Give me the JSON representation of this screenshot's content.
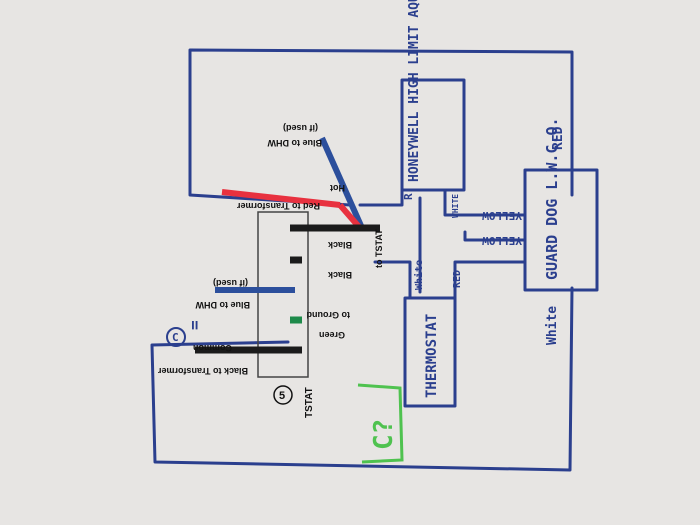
{
  "labels": {
    "honeywell": "HONEYWELL HIGH LIMIT AQUASTAT",
    "guard_dog": "GUARD DOG L.W.C.O.",
    "thermostat": "THERMOSTAT",
    "red_top_right": "RED",
    "white_bottom_right": "White",
    "yellow_1": "YELLOW",
    "yellow_2": "YELLOW",
    "white_small": "WHITE",
    "r_mark": "R",
    "white_tstat": "White",
    "red_tstat": "RED",
    "green_note": "C?",
    "equals_mark": "=",
    "c_circle": "C"
  },
  "printed": {
    "blue_dhw_top": "Blue to DHW",
    "if_used_top": "(if used)",
    "hot": "Hot",
    "red_to_transformer": "Red to Transformer",
    "black_1": "Black",
    "black_2": "Black",
    "to_tstat": "to TSTAT",
    "blue_dhw_mid": "Blue to DHW",
    "if_used_mid": "(if used)",
    "to_ground": "to Ground",
    "green": "Green",
    "common": "Common",
    "black_to_transformer": "Black to Transformer",
    "tstat": "TSTAT",
    "terminal_num": "5"
  },
  "colors": {
    "blue_ink": "#2b3f8e",
    "red_wire": "#e8313f",
    "blue_wire": "#2c4f9c",
    "black_wire": "#1b1b1b",
    "green_wire": "#1e8a4a",
    "green_marker": "#4fc24f"
  }
}
